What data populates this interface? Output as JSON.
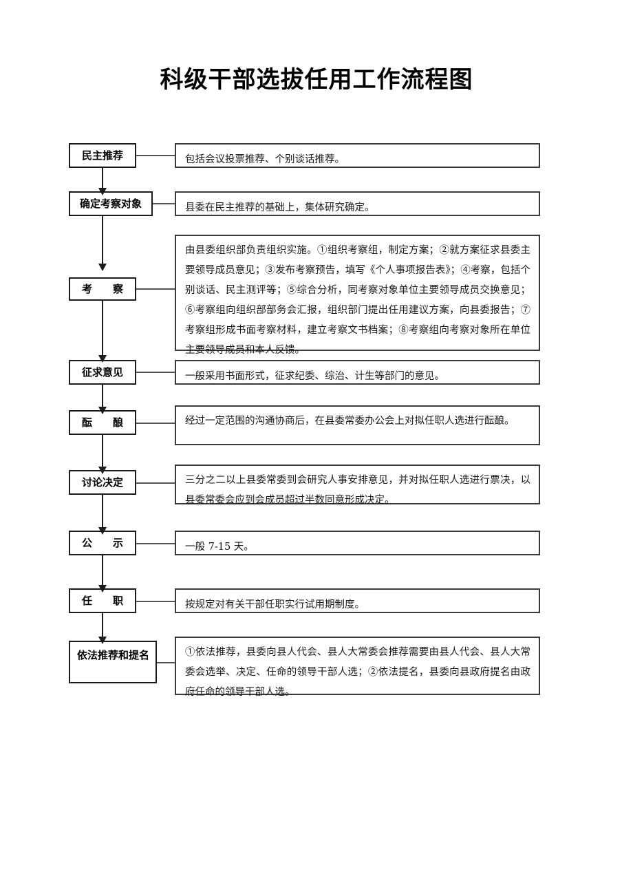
{
  "document": {
    "title": "科级干部选拔任用工作流程图"
  },
  "flow": {
    "steps": [
      {
        "id": "democratic-recommendation",
        "label": "民主推荐",
        "description": "包括会议投票推荐、个别谈话推荐。"
      },
      {
        "id": "determine-inspection-target",
        "label": "确定考察对象",
        "description": "县委在民主推荐的基础上，集体研究确定。"
      },
      {
        "id": "inspection",
        "label": "考　　察",
        "description": "由县委组织部负责组织实施。①组织考察组，制定方案；②就方案征求县委主要领导成员意见；③发布考察预告，填写《个人事项报告表》；④考察，包括个别谈话、民主测评等；⑤综合分析，同考察对象单位主要领导成员交换意见；⑥考察组向组织部部务会汇报，组织部门提出任用建议方案，向县委报告；⑦考察组形成书面考察材料，建立考察文书档案；⑧考察组向考察对象所在单位主要领导成员和本人反馈。"
      },
      {
        "id": "solicit-opinions",
        "label": "征求意见",
        "description": "一般采用书面形式，征求纪委、综治、计生等部门的意见。"
      },
      {
        "id": "deliberation",
        "label": "酝　　酿",
        "description": "经过一定范围的沟通协商后，在县委常委办公会上对拟任职人选进行酝酿。"
      },
      {
        "id": "discussion-decision",
        "label": "讨论决定",
        "description": "三分之二以上县委常委到会研究人事安排意见，并对拟任职人选进行票决，以县委常委会应到会成员超过半数同意形成决定。"
      },
      {
        "id": "public-announcement",
        "label": "公　　示",
        "description": "一般 7-15 天。"
      },
      {
        "id": "appointment",
        "label": "任　　职",
        "description": "按规定对有关干部任职实行试用期制度。"
      },
      {
        "id": "lawful-recommendation-nomination",
        "label": "依法推荐和提名",
        "description": "①依法推荐，县委向县人代会、县人大常委会推荐需要由县人代会、县人大常委会选举、决定、任命的领导干部人选；②依法提名，县委向县政府提名由政府任命的领导干部人选。"
      }
    ]
  },
  "colors": {
    "stage_border": "#1a1a1a",
    "description_border": "#3a3a3a",
    "connector": "#555555",
    "text": "#000000",
    "background": "#ffffff"
  }
}
